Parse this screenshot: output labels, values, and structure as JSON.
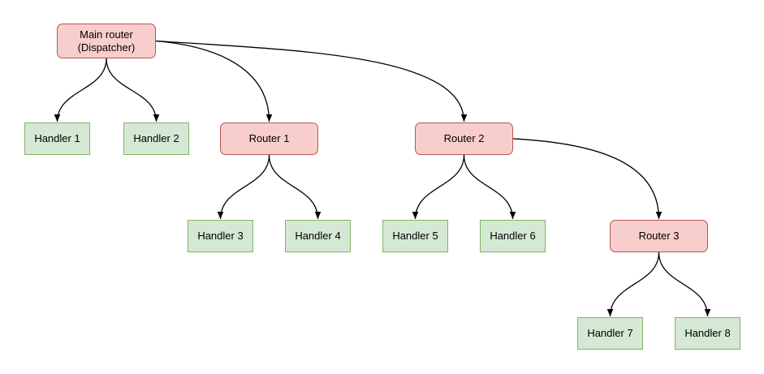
{
  "diagram": {
    "type": "flowchart-tree",
    "background": "#FFFFFF",
    "colors": {
      "router_fill": "#F8CECC",
      "router_border": "#B85450",
      "handler_fill": "#D5E8D4",
      "handler_border": "#82B366",
      "edge": "#000000",
      "text": "#000000"
    },
    "nodes": [
      {
        "id": "main-router",
        "type": "router",
        "label": "Main router\n(Dispatcher)"
      },
      {
        "id": "handler-1",
        "type": "handler",
        "label": "Handler 1"
      },
      {
        "id": "handler-2",
        "type": "handler",
        "label": "Handler 2"
      },
      {
        "id": "router-1",
        "type": "router",
        "label": "Router 1"
      },
      {
        "id": "router-2",
        "type": "router",
        "label": "Router 2"
      },
      {
        "id": "handler-3",
        "type": "handler",
        "label": "Handler 3"
      },
      {
        "id": "handler-4",
        "type": "handler",
        "label": "Handler 4"
      },
      {
        "id": "handler-5",
        "type": "handler",
        "label": "Handler 5"
      },
      {
        "id": "handler-6",
        "type": "handler",
        "label": "Handler 6"
      },
      {
        "id": "router-3",
        "type": "router",
        "label": "Router 3"
      },
      {
        "id": "handler-7",
        "type": "handler",
        "label": "Handler 7"
      },
      {
        "id": "handler-8",
        "type": "handler",
        "label": "Handler 8"
      }
    ],
    "edges": [
      {
        "from": "main-router",
        "to": "handler-1"
      },
      {
        "from": "main-router",
        "to": "handler-2"
      },
      {
        "from": "main-router",
        "to": "router-1"
      },
      {
        "from": "main-router",
        "to": "router-2"
      },
      {
        "from": "router-1",
        "to": "handler-3"
      },
      {
        "from": "router-1",
        "to": "handler-4"
      },
      {
        "from": "router-2",
        "to": "handler-5"
      },
      {
        "from": "router-2",
        "to": "handler-6"
      },
      {
        "from": "router-2",
        "to": "router-3"
      },
      {
        "from": "router-3",
        "to": "handler-7"
      },
      {
        "from": "router-3",
        "to": "handler-8"
      }
    ]
  }
}
